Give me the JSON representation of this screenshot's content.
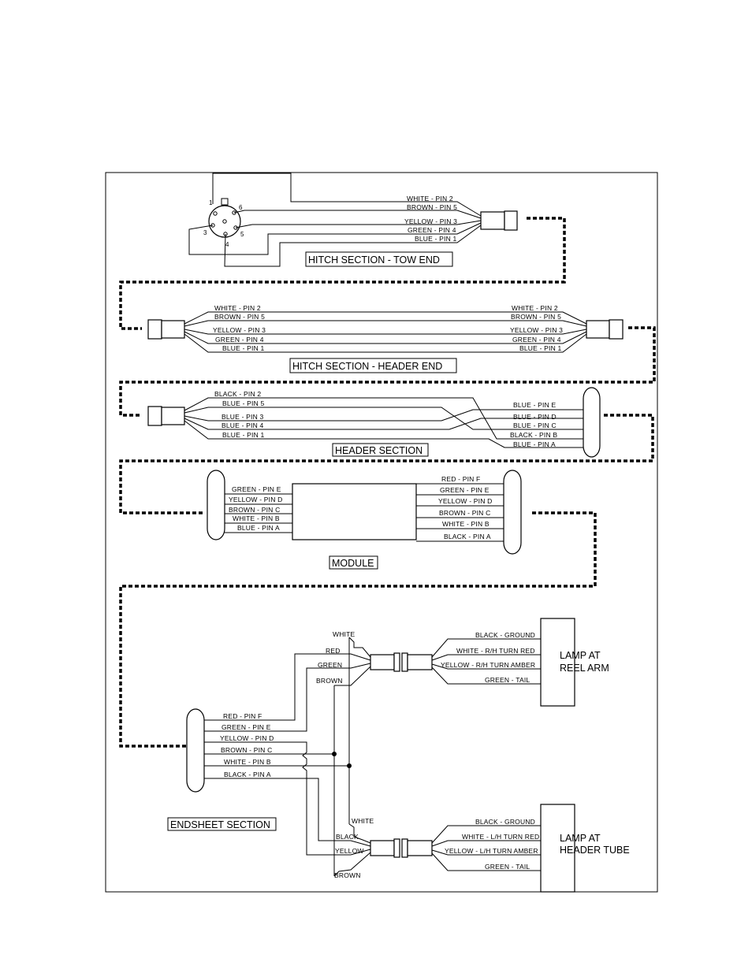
{
  "hitch_tow_end": {
    "title": "HITCH SECTION - TOW END",
    "pin_numbers": [
      "1",
      "6",
      "3",
      "5",
      "4"
    ],
    "wires": [
      "WHITE - PIN 2",
      "BROWN - PIN 5",
      "YELLOW - PIN 3",
      "GREEN - PIN 4",
      "BLUE - PIN 1"
    ]
  },
  "hitch_header_end": {
    "title": "HITCH SECTION - HEADER END",
    "left_wires": [
      "WHITE - PIN 2",
      "BROWN - PIN 5",
      "YELLOW - PIN 3",
      "GREEN - PIN 4",
      "BLUE - PIN 1"
    ],
    "right_wires": [
      "WHITE - PIN 2",
      "BROWN - PIN 5",
      "YELLOW - PIN 3",
      "GREEN - PIN 4",
      "BLUE - PIN 1"
    ]
  },
  "header_section": {
    "title": "HEADER SECTION",
    "left_wires": [
      "BLACK - PIN 2",
      "BLUE - PIN 5",
      "BLUE  - PIN 3",
      "BLUE - PIN 4",
      "BLUE - PIN 1"
    ],
    "right_wires": [
      "BLUE - PIN E",
      "BLUE  - PIN D",
      "BLUE - PIN C",
      "BLACK - PIN B",
      "BLUE - PIN A"
    ]
  },
  "module": {
    "title": "MODULE",
    "left_wires": [
      "GREEN - PIN E",
      "YELLOW - PIN D",
      "BROWN - PIN C",
      "WHITE - PIN B",
      "BLUE - PIN A"
    ],
    "right_wires": [
      "RED - PIN F",
      "GREEN - PIN E",
      "YELLOW - PIN D",
      "BROWN - PIN C",
      "WHITE - PIN B",
      "BLACK - PIN A"
    ]
  },
  "endsheet": {
    "title": "ENDSHEET SECTION",
    "connector_wires": [
      "RED - PIN F",
      "GREEN - PIN E",
      "YELLOW - PIN D",
      "BROWN - PIN C",
      "WHITE - PIN B",
      "BLACK - PIN A"
    ],
    "upper_colors": [
      "WHITE",
      "RED",
      "GREEN",
      "BROWN"
    ],
    "lower_colors": [
      "WHITE",
      "BLACK",
      "YELLOW",
      "BROWN"
    ],
    "reel_arm_wires": [
      "BLACK - GROUND",
      "WHITE - R/H TURN RED",
      "YELLOW - R/H TURN AMBER",
      "GREEN - TAIL"
    ],
    "header_tube_wires": [
      "BLACK - GROUND",
      "WHITE - L/H TURN RED",
      "YELLOW - L/H TURN AMBER",
      "GREEN - TAIL"
    ],
    "lamp_reel_arm": [
      "LAMP AT",
      "REEL ARM"
    ],
    "lamp_header_tube": [
      "LAMP AT",
      "HEADER TUBE"
    ]
  }
}
